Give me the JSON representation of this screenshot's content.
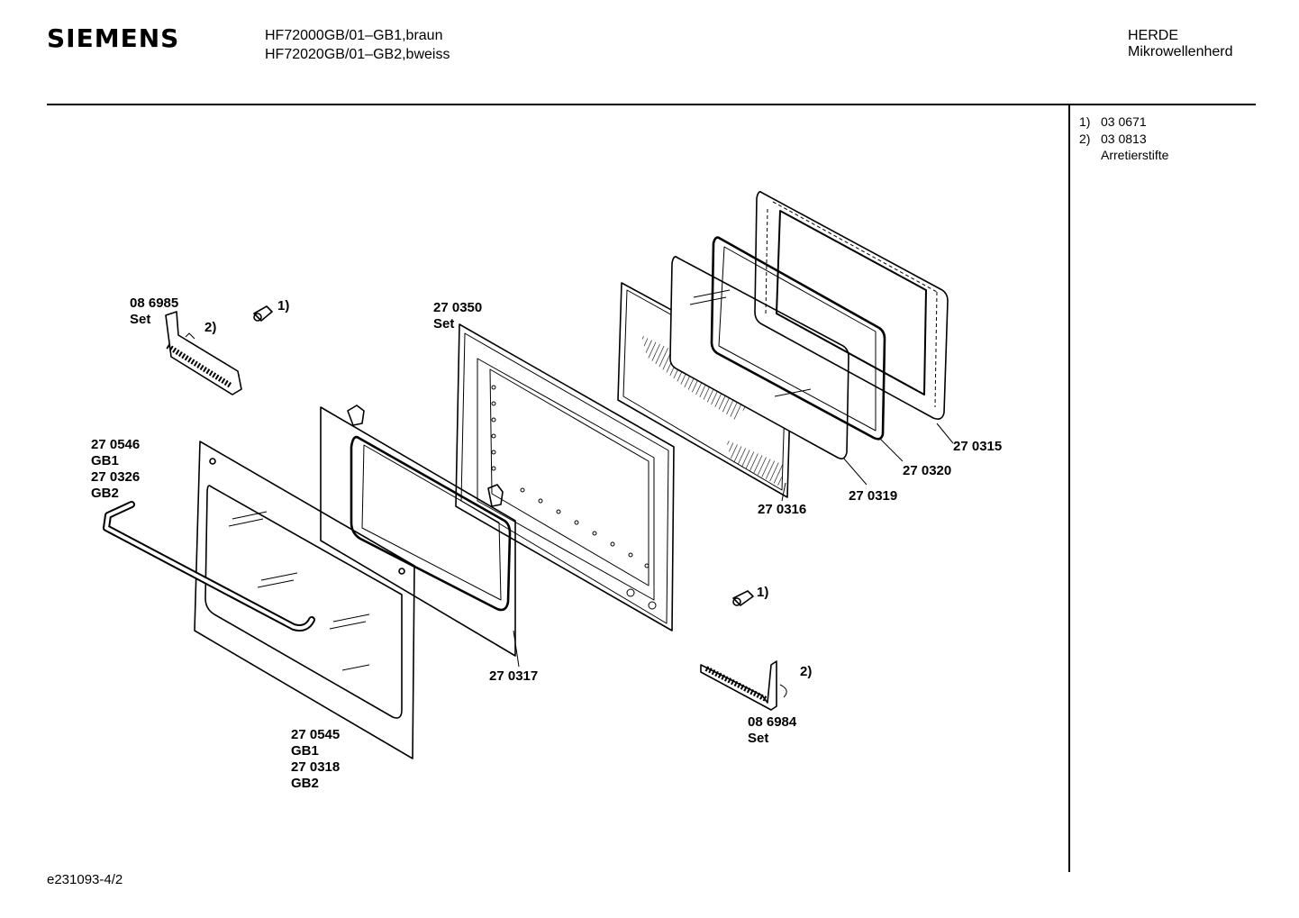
{
  "header": {
    "brand": "SIEMENS",
    "model_lines": [
      "HF72000GB/01–GB1,braun",
      "HF72020GB/01–GB2,bweiss"
    ],
    "category": "HERDE",
    "subcategory": "Mikrowellenherd"
  },
  "notes": [
    {
      "num": "1)",
      "code": "03 0671"
    },
    {
      "num": "2)",
      "code": "03 0813"
    },
    {
      "num": "",
      "code": "Arretierstifte"
    }
  ],
  "parts": [
    {
      "id": "p-086985",
      "lines": [
        "08 6985",
        "Set"
      ]
    },
    {
      "id": "p-marker-2-top",
      "lines": [
        "2)"
      ]
    },
    {
      "id": "p-marker-1-top",
      "lines": [
        "1)"
      ]
    },
    {
      "id": "p-270350",
      "lines": [
        "27 0350",
        "Set"
      ]
    },
    {
      "id": "p-270546",
      "lines": [
        "27 0546",
        "GB1",
        "27 0326",
        "GB2"
      ]
    },
    {
      "id": "p-270315",
      "lines": [
        "27 0315"
      ]
    },
    {
      "id": "p-270320",
      "lines": [
        "27 0320"
      ]
    },
    {
      "id": "p-270319",
      "lines": [
        "27 0319"
      ]
    },
    {
      "id": "p-270316",
      "lines": [
        "27 0316"
      ]
    },
    {
      "id": "p-marker-1-bottom",
      "lines": [
        "1)"
      ]
    },
    {
      "id": "p-marker-2-bottom",
      "lines": [
        "2)"
      ]
    },
    {
      "id": "p-270317",
      "lines": [
        "27 0317"
      ]
    },
    {
      "id": "p-086984",
      "lines": [
        "08 6984",
        "Set"
      ]
    },
    {
      "id": "p-270545",
      "lines": [
        "27 0545",
        "GB1",
        "27 0318",
        "GB2"
      ]
    }
  ],
  "footer": {
    "code": "e231093-4/2"
  }
}
